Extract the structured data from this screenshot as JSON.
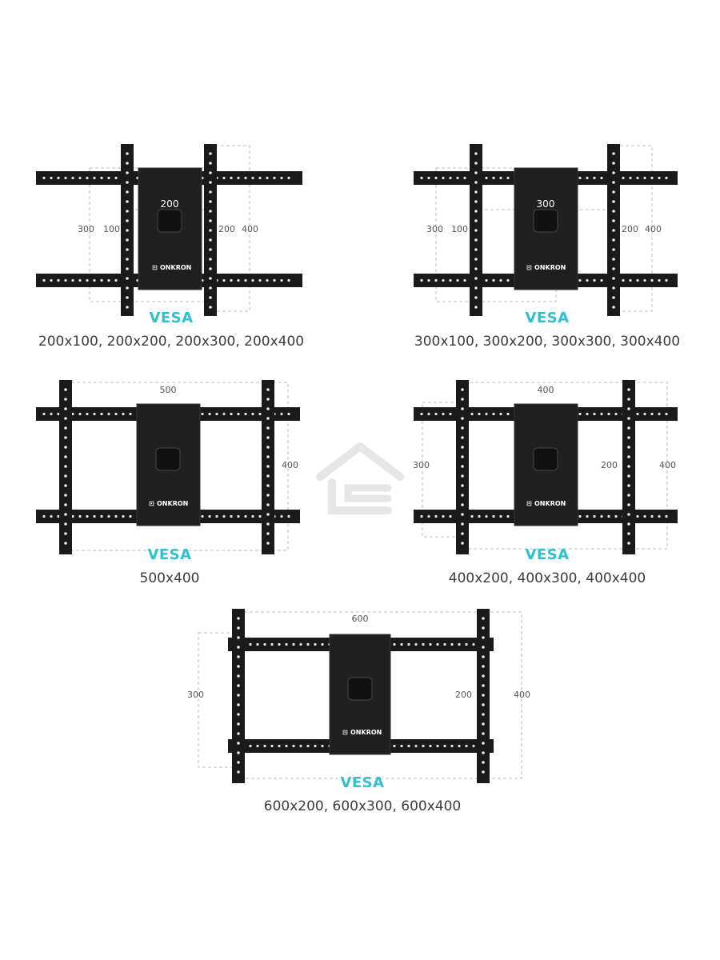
{
  "brand": "ONKRON",
  "colors": {
    "accent": "#2fc1cf",
    "mount": "#1a1a1a",
    "text": "#3d3d3d"
  },
  "watermark": "house-logo-icon",
  "mounts": [
    {
      "id": "m1",
      "dims": {
        "top": "",
        "center": "200",
        "left_outer": "300",
        "left_inner": "100",
        "right_inner": "200",
        "right_outer": "400"
      },
      "vesa_label": "VESA",
      "sizes": "200x100, 200x200, 200x300, 200x400"
    },
    {
      "id": "m2",
      "dims": {
        "top": "",
        "center": "300",
        "left_outer": "300",
        "left_inner": "100",
        "right_inner": "200",
        "right_outer": "400"
      },
      "vesa_label": "VESA",
      "sizes": "300x100, 300x200, 300x300, 300x400"
    },
    {
      "id": "m3",
      "dims": {
        "top": "500",
        "center": "",
        "left_outer": "",
        "left_inner": "",
        "right_inner": "",
        "right_outer": "400"
      },
      "vesa_label": "VESA",
      "sizes": "500x400"
    },
    {
      "id": "m4",
      "dims": {
        "top": "400",
        "center": "",
        "left_outer": "300",
        "left_inner": "",
        "right_inner": "200",
        "right_outer": "400"
      },
      "vesa_label": "VESA",
      "sizes": "400x200, 400x300, 400x400"
    },
    {
      "id": "m5",
      "dims": {
        "top": "600",
        "center": "",
        "left_outer": "300",
        "left_inner": "",
        "right_inner": "200",
        "right_outer": "400"
      },
      "vesa_label": "VESA",
      "sizes": "600x200, 600x300, 600x400"
    }
  ]
}
